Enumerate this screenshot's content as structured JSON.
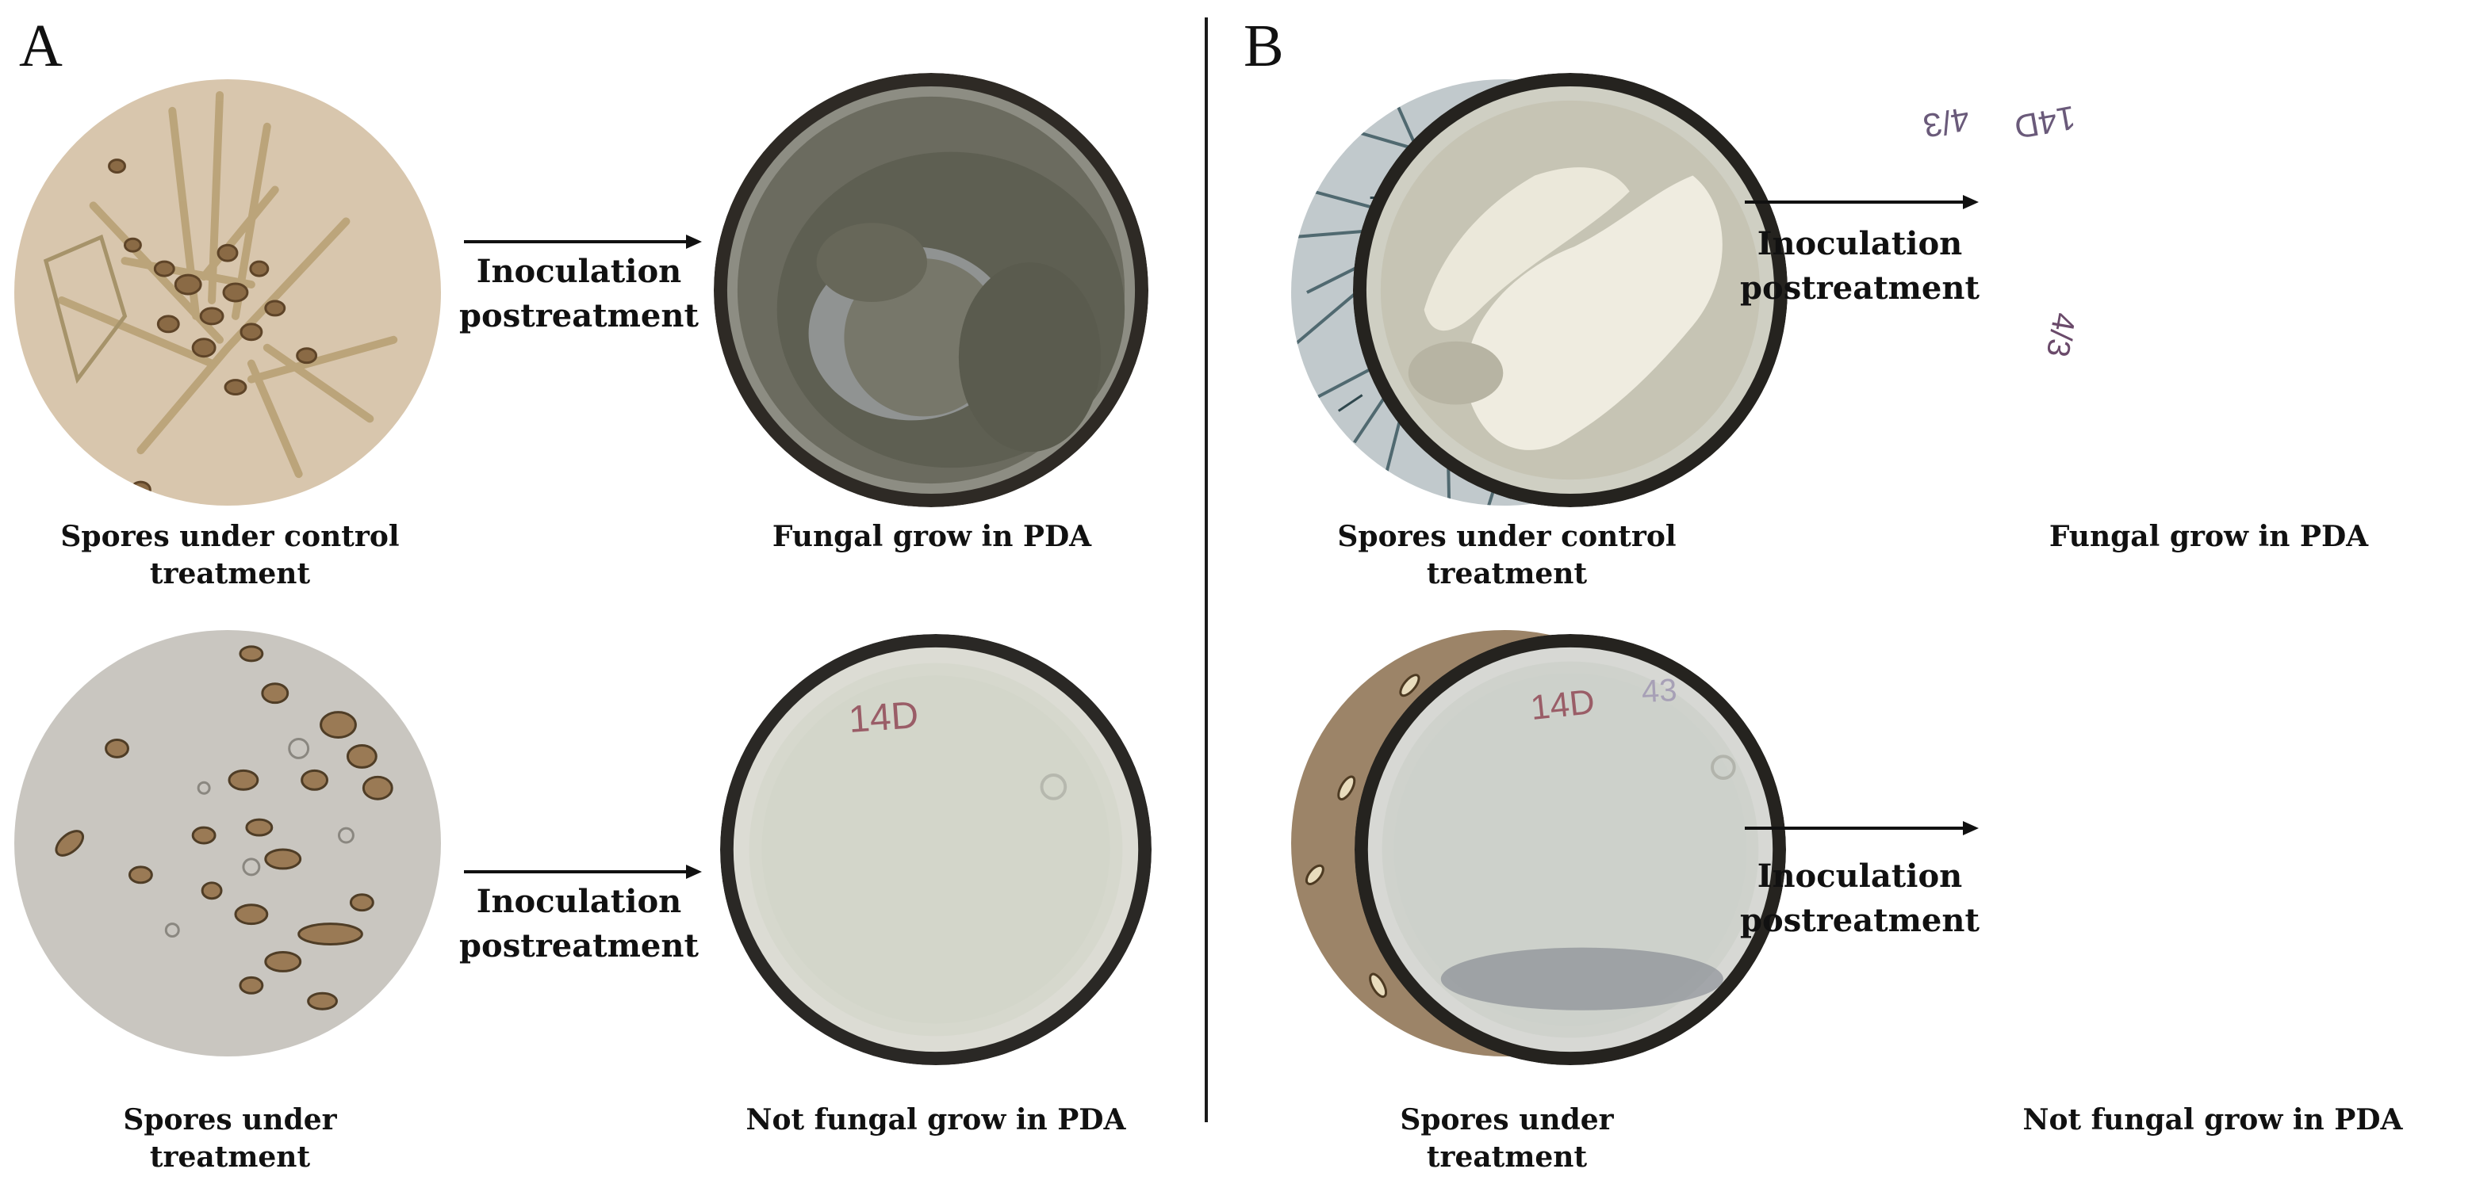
{
  "panels": {
    "a": {
      "letter": "A"
    },
    "b": {
      "letter": "B"
    }
  },
  "captions": {
    "a_top_left": "Spores under control treatment",
    "a_top_right": "Fungal grow in PDA",
    "a_bottom_left": "Spores under treatment",
    "a_bottom_right": "Not fungal grow in PDA",
    "b_top_left": "Spores under control treatment",
    "b_top_right": "Fungal grow in PDA",
    "b_bottom_left": "Spores under treatment",
    "b_bottom_right": "Not fungal grow in PDA"
  },
  "arrows": {
    "a_top": "Inoculation postreatment",
    "a_bottom": "Inoculation postreatment",
    "b_top": "Inoculation postreatment",
    "b_bottom": "Inoculation postreatment"
  },
  "plate_handwriting": {
    "a_bottom": "14D",
    "b_top_1": "4/3",
    "b_top_2": "14D",
    "b_top_3": "4/3",
    "b_bottom_1": "14D",
    "b_bottom_2": "43"
  },
  "colors": {
    "divider": "#1a1a1a",
    "arrow": "#111111"
  }
}
